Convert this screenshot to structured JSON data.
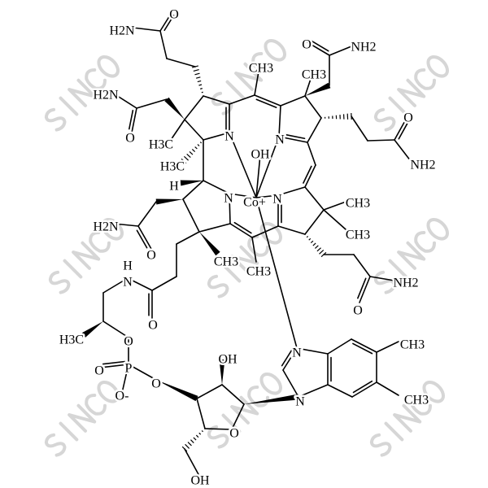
{
  "diagram": {
    "type": "chemical-structure",
    "watermark_text": "SINCO",
    "colors": {
      "bonds": "#000000",
      "watermark": "#d3d3d3",
      "background": "#ffffff"
    },
    "atom_labels": [
      "H2N",
      "O",
      "H2N",
      "O",
      "H3C",
      "H3C",
      "CH3",
      "N",
      "CH3",
      "O",
      "NH2",
      "N",
      "OH",
      "Co+",
      "O",
      "NH2",
      "H",
      "N",
      "N",
      "CH3",
      "CH3",
      "H2N",
      "O",
      "CH3",
      "CH3",
      "NH2",
      "O",
      "H",
      "N",
      "O",
      "H3C",
      "O",
      "P",
      "O",
      "O-",
      "O",
      "OH",
      "N",
      "N",
      "CH3",
      "CH3",
      "O",
      "OH"
    ]
  }
}
